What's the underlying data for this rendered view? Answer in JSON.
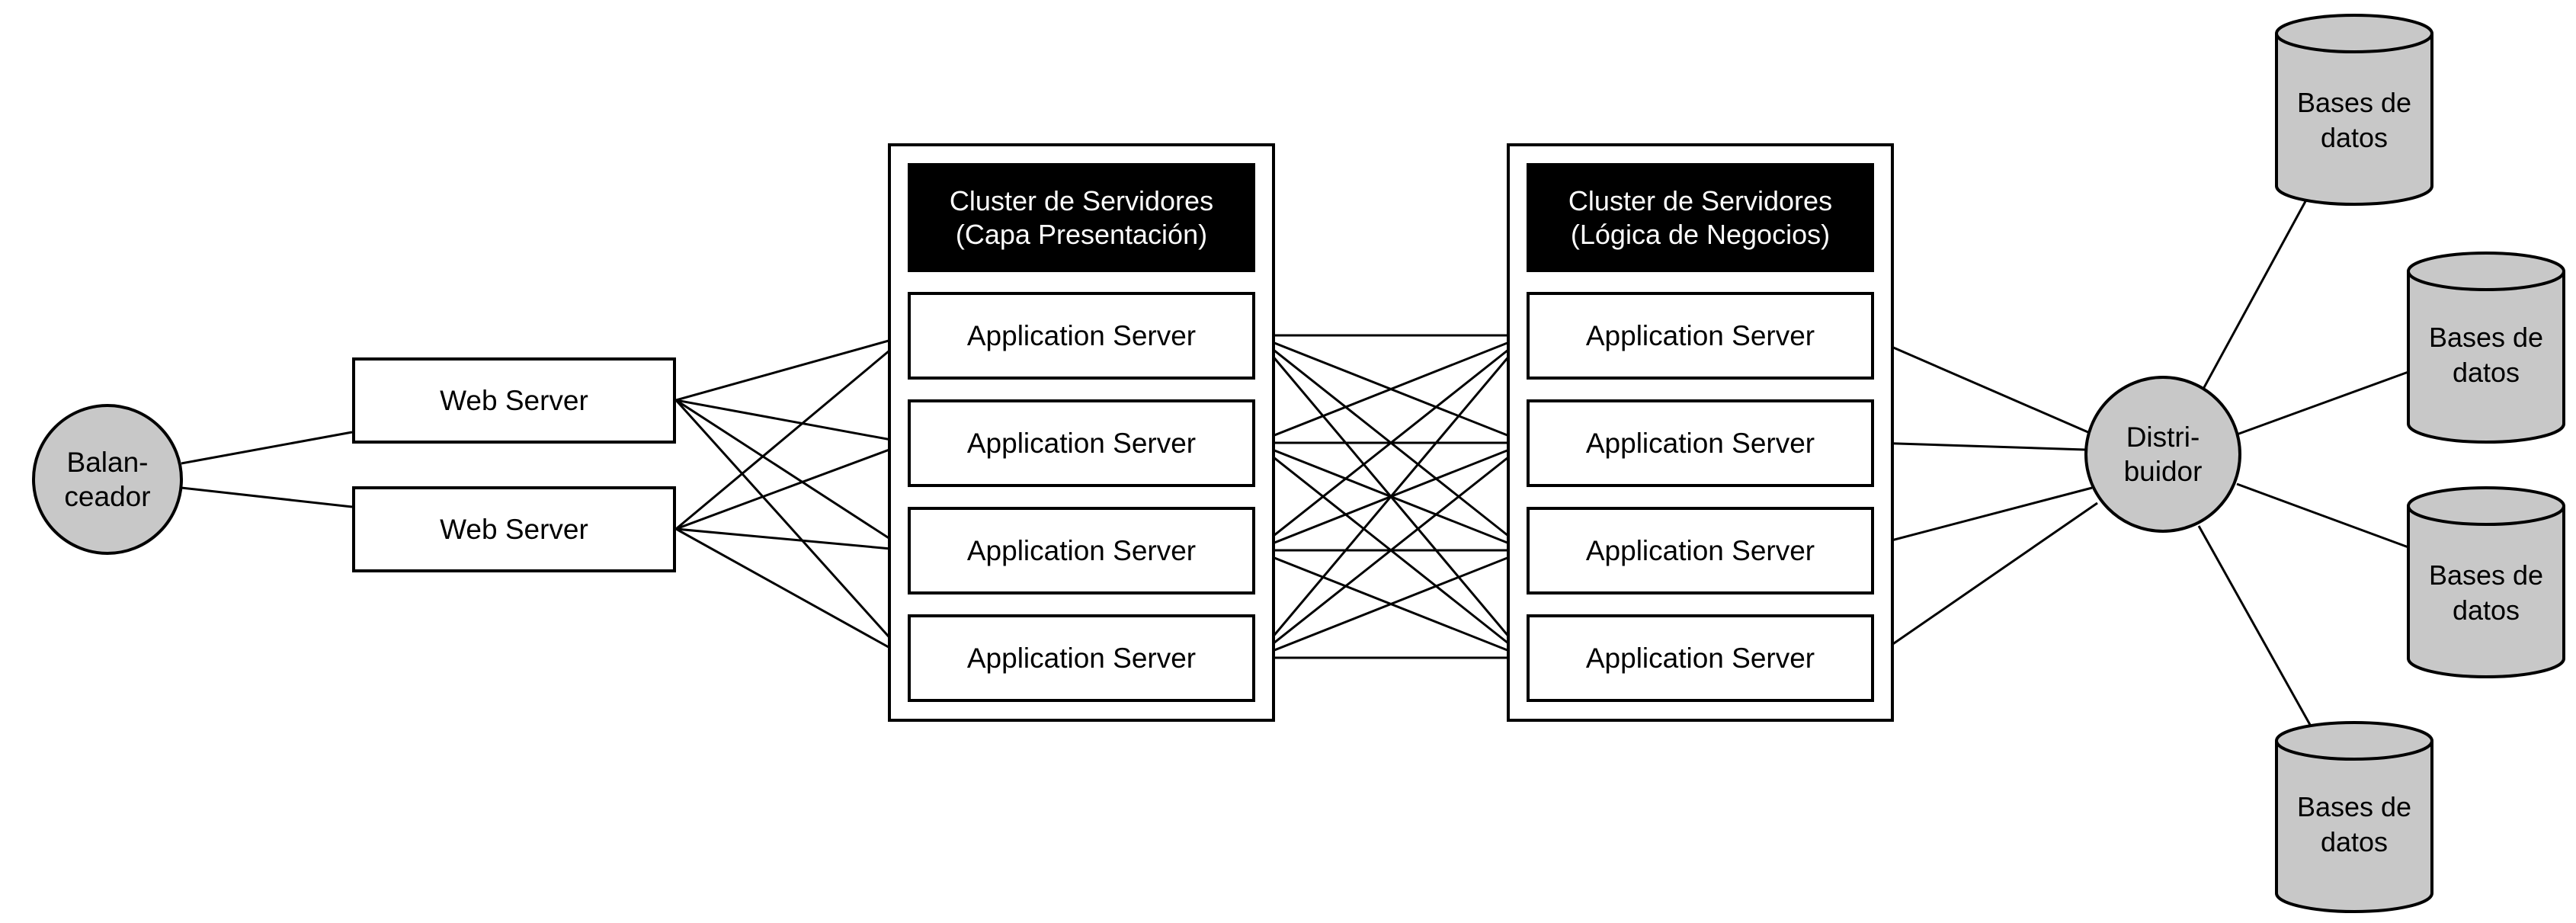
{
  "balancer": {
    "label_line1": "Balan-",
    "label_line2": "ceador"
  },
  "web_servers": [
    {
      "label": "Web Server"
    },
    {
      "label": "Web Server"
    }
  ],
  "cluster_presentation": {
    "title_line1": "Cluster de Servidores",
    "title_line2": "(Capa Presentación)",
    "servers": [
      "Application Server",
      "Application Server",
      "Application Server",
      "Application Server"
    ]
  },
  "cluster_logic": {
    "title_line1": "Cluster de Servidores",
    "title_line2": "(Lógica de Negocios)",
    "servers": [
      "Application Server",
      "Application Server",
      "Application Server",
      "Application Server"
    ]
  },
  "distributor": {
    "label_line1": "Distri-",
    "label_line2": "buidor"
  },
  "databases": [
    {
      "line1": "Bases de",
      "line2": "datos"
    },
    {
      "line1": "Bases de",
      "line2": "datos"
    },
    {
      "line1": "Bases de",
      "line2": "datos"
    },
    {
      "line1": "Bases de",
      "line2": "datos"
    }
  ],
  "colors": {
    "node_fill": "#c8c8c8",
    "header_fill": "#000000",
    "stroke": "#000000"
  }
}
